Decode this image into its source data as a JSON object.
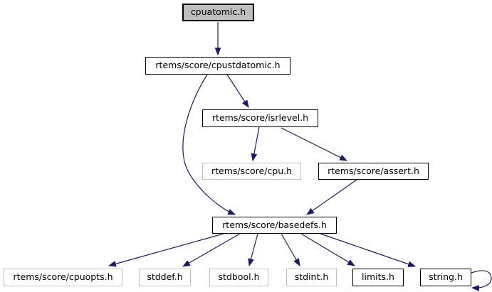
{
  "diagram": {
    "kind": "doxygen-include-dependency-graph",
    "root_file": "cpuatomic.h"
  },
  "colors": {
    "arrow": "#191970",
    "node_fill": "#ffffff",
    "current_node_fill": "#bfbfbf",
    "linked_border": "#000000",
    "plain_border": "#bfbfbf",
    "text": "#000000",
    "background": "#ffffff"
  },
  "nodes": [
    {
      "id": "cpuatomic",
      "label": "cpuatomic.h",
      "kind": "current"
    },
    {
      "id": "cpustdatomic",
      "label": "rtems/score/cpustdatomic.h",
      "kind": "linked"
    },
    {
      "id": "isrlevel",
      "label": "rtems/score/isrlevel.h",
      "kind": "linked"
    },
    {
      "id": "cpu",
      "label": "rtems/score/cpu.h",
      "kind": "plain"
    },
    {
      "id": "assert",
      "label": "rtems/score/assert.h",
      "kind": "linked"
    },
    {
      "id": "basedefs",
      "label": "rtems/score/basedefs.h",
      "kind": "linked"
    },
    {
      "id": "cpuopts",
      "label": "rtems/score/cpuopts.h",
      "kind": "plain"
    },
    {
      "id": "stddef",
      "label": "stddef.h",
      "kind": "plain"
    },
    {
      "id": "stdbool",
      "label": "stdbool.h",
      "kind": "plain"
    },
    {
      "id": "stdint",
      "label": "stdint.h",
      "kind": "plain"
    },
    {
      "id": "limits",
      "label": "limits.h",
      "kind": "linked"
    },
    {
      "id": "string",
      "label": "string.h",
      "kind": "linked"
    }
  ],
  "edges": [
    {
      "from": "cpuatomic.h",
      "to": "rtems/score/cpustdatomic.h"
    },
    {
      "from": "rtems/score/cpustdatomic.h",
      "to": "rtems/score/isrlevel.h"
    },
    {
      "from": "rtems/score/cpustdatomic.h",
      "to": "rtems/score/basedefs.h"
    },
    {
      "from": "rtems/score/isrlevel.h",
      "to": "rtems/score/cpu.h"
    },
    {
      "from": "rtems/score/isrlevel.h",
      "to": "rtems/score/assert.h"
    },
    {
      "from": "rtems/score/assert.h",
      "to": "rtems/score/basedefs.h"
    },
    {
      "from": "rtems/score/basedefs.h",
      "to": "rtems/score/cpuopts.h"
    },
    {
      "from": "rtems/score/basedefs.h",
      "to": "stddef.h"
    },
    {
      "from": "rtems/score/basedefs.h",
      "to": "stdbool.h"
    },
    {
      "from": "rtems/score/basedefs.h",
      "to": "stdint.h"
    },
    {
      "from": "rtems/score/basedefs.h",
      "to": "limits.h"
    },
    {
      "from": "rtems/score/basedefs.h",
      "to": "string.h"
    },
    {
      "from": "string.h",
      "to": "string.h",
      "self": true
    }
  ]
}
